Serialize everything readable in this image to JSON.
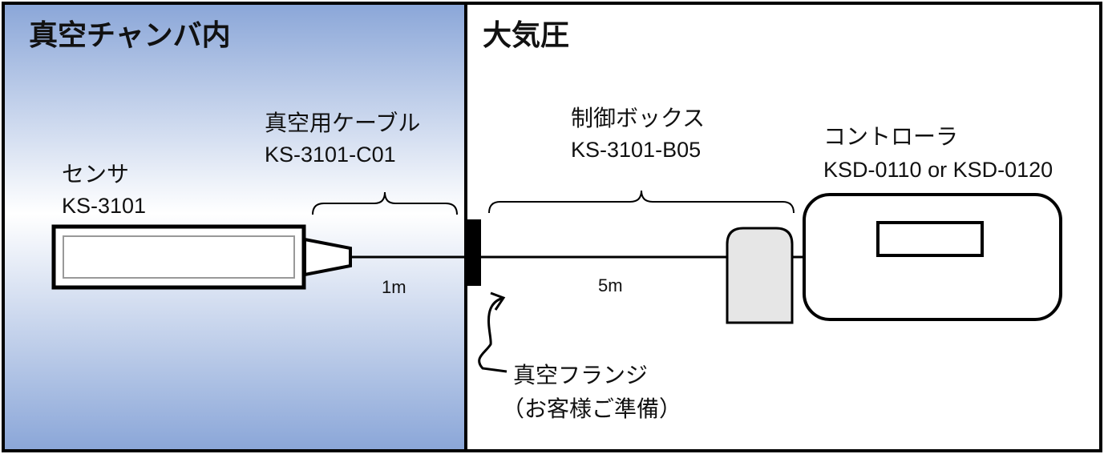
{
  "zones": {
    "vacuum": {
      "title": "真空チャンバ内"
    },
    "atmosphere": {
      "title": "大気圧"
    }
  },
  "components": {
    "sensor": {
      "name": "センサ",
      "model": "KS-3101"
    },
    "vacuum_cable": {
      "name": "真空用ケーブル",
      "model": "KS-3101-C01",
      "length": "1m"
    },
    "control_box": {
      "name": "制御ボックス",
      "model": "KS-3101-B05",
      "length": "5m"
    },
    "controller": {
      "name": "コントローラ",
      "model": "KSD-0110 or KSD-0120"
    },
    "flange": {
      "name": "真空フランジ",
      "note": "（お客様ご準備）"
    }
  },
  "colors": {
    "vacuum_top": "#8aa6d8",
    "vacuum_mid": "#ffffff",
    "vacuum_bottom": "#8aa6d8",
    "stroke": "#000000",
    "box_fill": "#e6e6e6"
  }
}
